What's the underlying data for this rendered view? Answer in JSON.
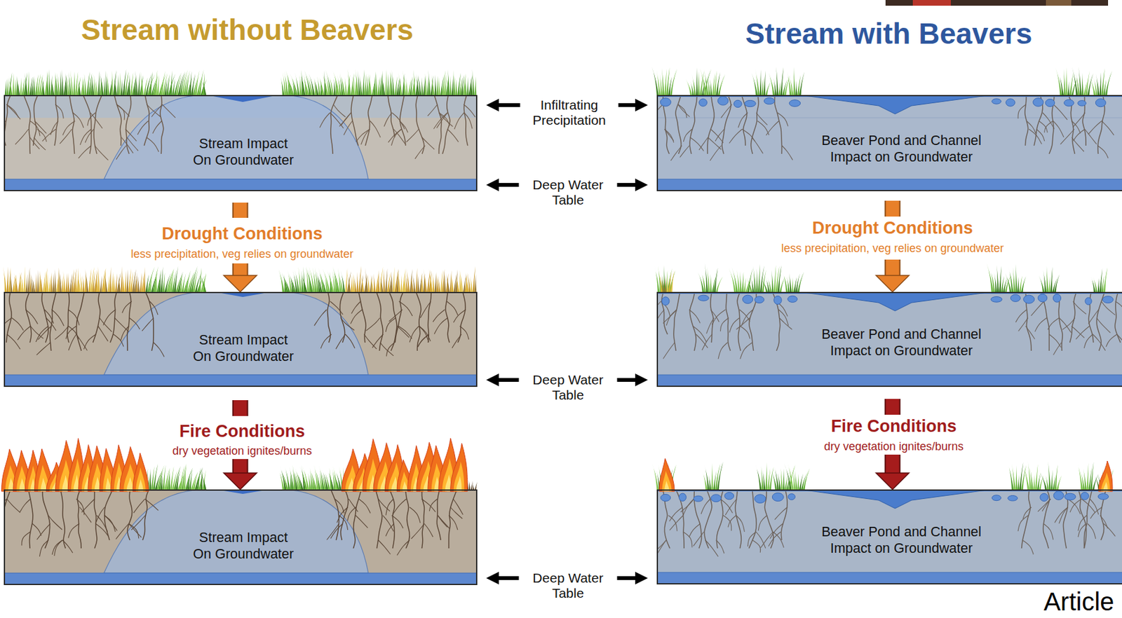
{
  "diagram": {
    "nodes": [
      {
        "text": [
          "Stream Impact On Groundwater"
        ]
      },
      {
        "text": [
          "Beaver Pond and Channel Impact on Groundwater"
        ]
      },
      {
        "text": [
          "Stream Impact On Groundwater"
        ]
      },
      {
        "text": [
          "Beaver Pond and Channel Impact on Groundwater"
        ]
      },
      {
        "text": [
          "Stream Impact On Groundwater"
        ]
      },
      {
        "text": [
          "Beaver Pond and Channel Impact on Groundwater"
        ]
      }
    ],
    "edges": [
      {
        "from": 0,
        "to": 2,
        "arrow": "to"
      },
      {
        "from": 2,
        "to": 4,
        "arrow": "to"
      },
      {
        "from": 1,
        "to": 3,
        "arrow": "to"
      },
      {
        "from": 3,
        "to": 5,
        "arrow": "to"
      }
    ],
    "labels": [
      "Stream without Beavers",
      "Stream with Beavers",
      "Infiltrating Precipitation",
      "Deep Water Table",
      "Drought Conditions",
      "less precipitation, veg relies on groundwater",
      "Drought Conditions",
      "less precipitation, veg relies on groundwater",
      "Deep Water Table",
      "Fire Conditions",
      "dry vegetation ignites/burns",
      "Fire Conditions",
      "dry vegetation ignites/burns",
      "Deep Water Table",
      "Article"
    ]
  }
}
